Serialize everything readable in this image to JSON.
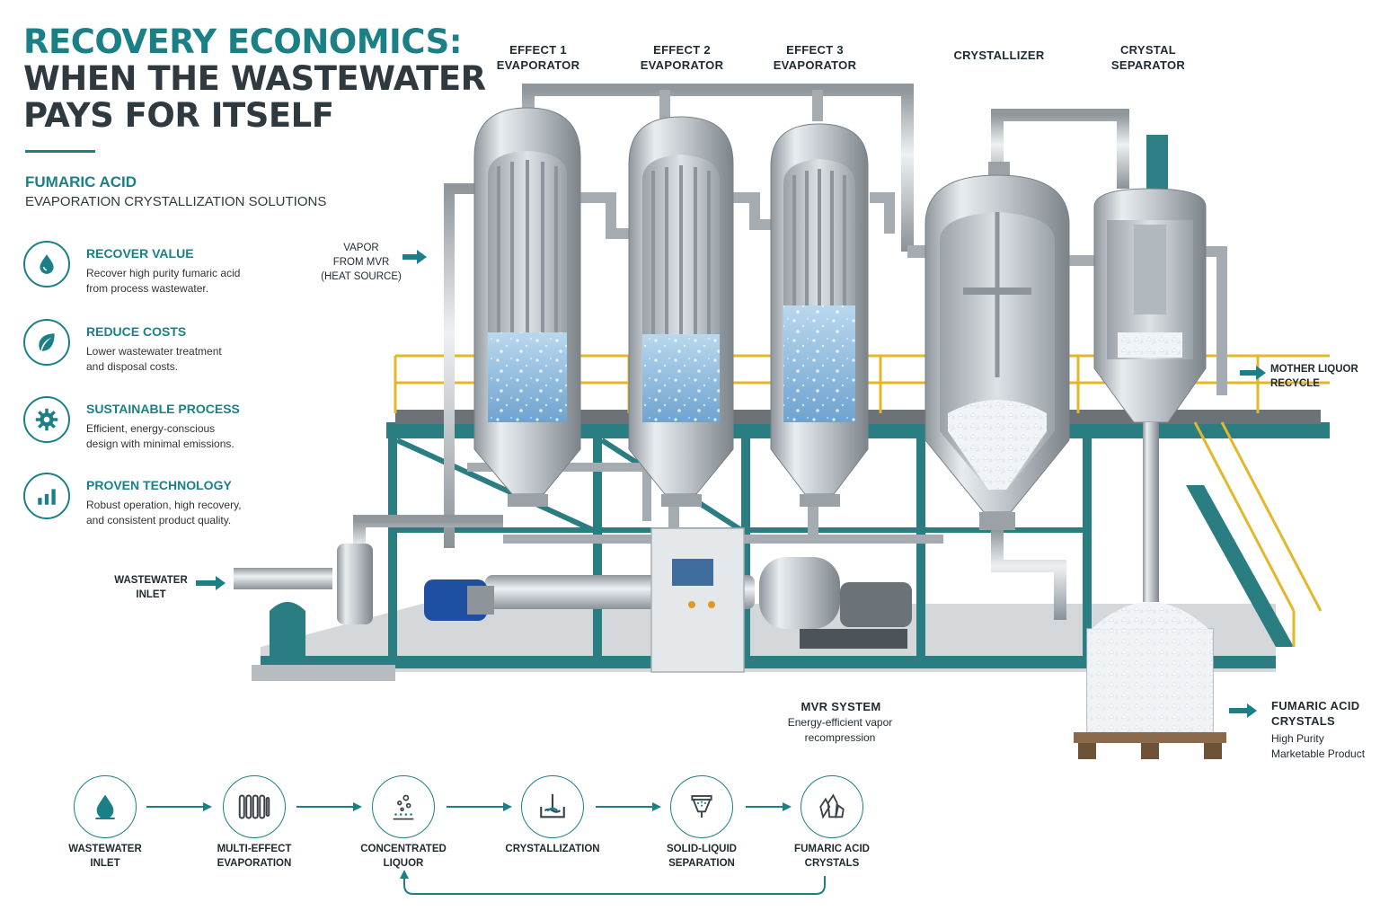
{
  "header": {
    "line1": "RECOVERY ECONOMICS:",
    "line2": "WHEN THE WASTEWATER",
    "line3": "PAYS FOR ITSELF",
    "subtitle": "FUMARIC ACID",
    "subtext": "EVAPORATION CRYSTALLIZATION SOLUTIONS"
  },
  "benefits": [
    {
      "icon": "water-drop-icon",
      "title": "RECOVER VALUE",
      "line1": "Recover high purity fumaric acid",
      "line2": "from process wastewater."
    },
    {
      "icon": "leaf-icon",
      "title": "REDUCE COSTS",
      "line1": "Lower wastewater treatment",
      "line2": "and disposal costs."
    },
    {
      "icon": "gear-icon",
      "title": "SUSTAINABLE PROCESS",
      "line1": "Efficient, energy-conscious",
      "line2": "design with minimal emissions."
    },
    {
      "icon": "bar-chart-icon",
      "title": "PROVEN TECHNOLOGY",
      "line1": "Robust operation, high recovery,",
      "line2": "and consistent product quality."
    }
  ],
  "equipment_labels": {
    "effect1": [
      "EFFECT 1",
      "EVAPORATOR"
    ],
    "effect2": [
      "EFFECT 2",
      "EVAPORATOR"
    ],
    "effect3": [
      "EFFECT 3",
      "EVAPORATOR"
    ],
    "crystallizer": [
      "CRYSTALLIZER"
    ],
    "separator": [
      "CRYSTAL",
      "SEPARATOR"
    ]
  },
  "callouts": {
    "vapor": [
      "VAPOR",
      "FROM MVR",
      "(HEAT SOURCE)"
    ],
    "wastewater": [
      "WASTEWATER",
      "INLET"
    ],
    "mother_liquor": [
      "MOTHER LIQUOR",
      "RECYCLE"
    ],
    "mvr_title": "MVR SYSTEM",
    "mvr_text": [
      "Energy-efficient vapor",
      "recompression"
    ],
    "product_title": [
      "FUMARIC ACID",
      "CRYSTALS"
    ],
    "product_text": [
      "High Purity",
      "Marketable Product"
    ]
  },
  "flow_steps": [
    {
      "icon": "water-drop-icon",
      "line1": "WASTEWATER",
      "line2": "INLET"
    },
    {
      "icon": "evaporator-tubes-icon",
      "line1": "MULTI-EFFECT",
      "line2": "EVAPORATION"
    },
    {
      "icon": "bubbles-icon",
      "line1": "CONCENTRATED",
      "line2": "LIQUOR"
    },
    {
      "icon": "agitator-icon",
      "line1": "CRYSTALLIZATION",
      "line2": ""
    },
    {
      "icon": "filter-icon",
      "line1": "SOLID-LIQUID",
      "line2": "SEPARATION"
    },
    {
      "icon": "crystals-icon",
      "line1": "FUMARIC ACID",
      "line2": "CRYSTALS"
    }
  ],
  "colors": {
    "accent": "#1b7f86",
    "frame": "#2a7d80",
    "railing": "#e4b72a",
    "steel": "#c2c8cd",
    "liquid": "#9cc6e4"
  }
}
